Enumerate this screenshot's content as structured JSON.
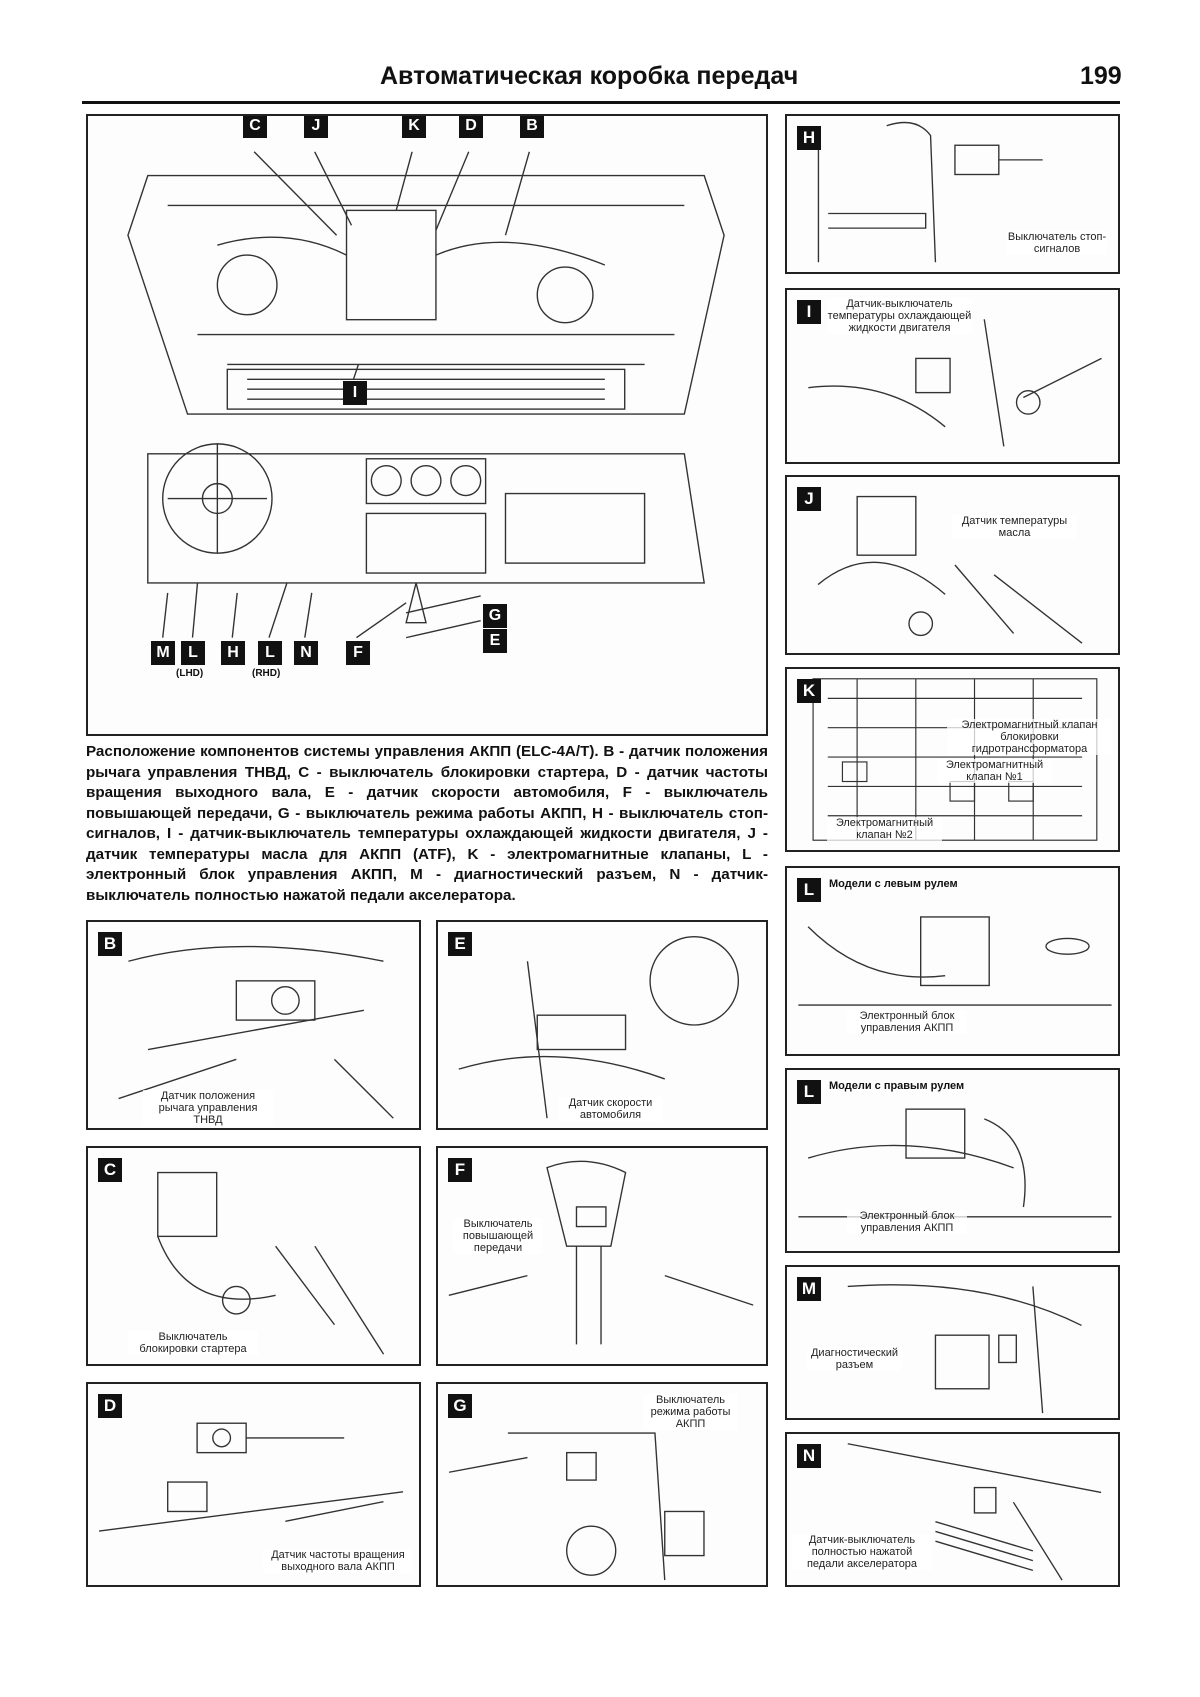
{
  "header": {
    "title": "Автоматическая коробка передач",
    "page_number": "199"
  },
  "main_diagram": {
    "top_labels": [
      "C",
      "J",
      "K",
      "D",
      "B"
    ],
    "engine_label": "I",
    "bottom_labels": [
      "M",
      "L",
      "H",
      "L",
      "N",
      "F"
    ],
    "right_labels": [
      "G",
      "E"
    ],
    "sub_lhd": "(LHD)",
    "sub_rhd": "(RHD)"
  },
  "caption": "Расположение компонентов системы управления АКПП (ELC-4A/T). B - датчик положения рычага управления ТНВД, C - выключатель блокировки стартера, D - датчик частоты вращения выходного вала, E - датчик скорости автомобиля, F - выключатель повышающей передачи, G - выключатель режима работы АКПП, H - выключатель стоп-сигналов, I - датчик-выключатель температуры охлаждающей жидкости двигателя, J - датчик температуры масла для АКПП (ATF), K - электромагнитные клапаны, L - электронный блок управления АКПП, M - диагностический разъем, N - датчик-выключатель полностью нажатой педали акселератора.",
  "panels": {
    "H": {
      "letter": "H",
      "callout": "Выключатель стоп-сигналов"
    },
    "I": {
      "letter": "I",
      "callout": "Датчик-выключатель температуры охлаждающей жидкости двигателя"
    },
    "J": {
      "letter": "J",
      "callout": "Датчик температуры масла"
    },
    "K": {
      "letter": "K",
      "callout1": "Электромагнитный клапан блокировки гидротрансформатора",
      "callout2": "Электромагнитный клапан №1",
      "callout3": "Электромагнитный клапан №2"
    },
    "L1": {
      "letter": "L",
      "heading": "Модели с левым рулем",
      "callout": "Электронный блок управления АКПП"
    },
    "L2": {
      "letter": "L",
      "heading": "Модели с правым рулем",
      "callout": "Электронный блок управления АКПП"
    },
    "M": {
      "letter": "M",
      "callout": "Диагностический разъем"
    },
    "N": {
      "letter": "N",
      "callout": "Датчик-выключатель полностью нажатой педали акселератора"
    },
    "B": {
      "letter": "B",
      "callout": "Датчик положения рычага управления ТНВД"
    },
    "E": {
      "letter": "E",
      "callout": "Датчик скорости автомобиля"
    },
    "C": {
      "letter": "C",
      "callout": "Выключатель блокировки стартера"
    },
    "F": {
      "letter": "F",
      "callout": "Выключатель повышающей передачи"
    },
    "D": {
      "letter": "D",
      "callout": "Датчик частоты вращения выходного вала АКПП"
    },
    "G": {
      "letter": "G",
      "callout": "Выключатель режима работы АКПП"
    }
  }
}
